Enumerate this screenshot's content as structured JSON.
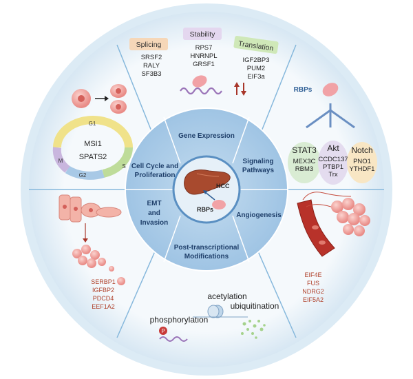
{
  "center": {
    "label": "HCC",
    "rbps_label": "RBPs"
  },
  "sectors": {
    "gene_expression": "Gene Expression",
    "signaling": [
      "Signaling",
      "Pathways"
    ],
    "cell_cycle": [
      "Cell Cycle and",
      "Proliferation"
    ],
    "emt": [
      "EMT",
      "and",
      "Invasion"
    ],
    "angiogenesis": "Angiogenesis",
    "post_transcriptional": [
      "Post-transcriptional",
      "Modifications"
    ]
  },
  "gene_expression_panel": {
    "splicing": {
      "label": "Splicing",
      "genes": [
        "SRSF2",
        "RALY",
        "SF3B3"
      ]
    },
    "stability": {
      "label": "Stability",
      "genes": [
        "RPS7",
        "HNRNPL",
        "GRSF1"
      ]
    },
    "translation": {
      "label": "Translation",
      "genes": [
        "IGF2BP3",
        "PUM2",
        "EIF3a"
      ]
    }
  },
  "signaling_panel": {
    "rbps_label": "RBPs",
    "pathways": [
      {
        "name": "STAT3",
        "genes": [
          "MEX3C",
          "RBM3"
        ],
        "color": "#d9ecd3"
      },
      {
        "name": "Akt",
        "genes": [
          "CCDC137",
          "PTBP1",
          "Trx"
        ],
        "color": "#e4dcef"
      },
      {
        "name": "Notch",
        "genes": [
          "PNO1",
          "YTHDF1"
        ],
        "color": "#f8e6c4"
      }
    ]
  },
  "cell_cycle_panel": {
    "genes": [
      "MSI1",
      "SPATS2"
    ],
    "phases": [
      "G1",
      "S",
      "G2",
      "M"
    ]
  },
  "emt_panel": {
    "genes": [
      "SERBP1",
      "IGFBP2",
      "PDCD4",
      "EEF1A2"
    ]
  },
  "angiogenesis_panel": {
    "genes": [
      "EIF4E",
      "FUS",
      "NDRG2",
      "EIF5A2"
    ]
  },
  "ptm_panel": {
    "acetylation": "acetylation",
    "ubiquitination": "ubiquitination",
    "phosphorylation": "phosphorylation",
    "p_mark": "P"
  },
  "colors": {
    "outer_ring": "#cfe2f0",
    "outer_fill": "#eef5fa",
    "middle_ring": "#9cc3e2",
    "inner_circle": "#4f83b8",
    "divider": "#7fb3db",
    "splicing_tag": "#f6d7b8",
    "stability_tag": "#e4d7ef",
    "translation_tag": "#cfe8b8",
    "accent_red": "#b0412b"
  }
}
